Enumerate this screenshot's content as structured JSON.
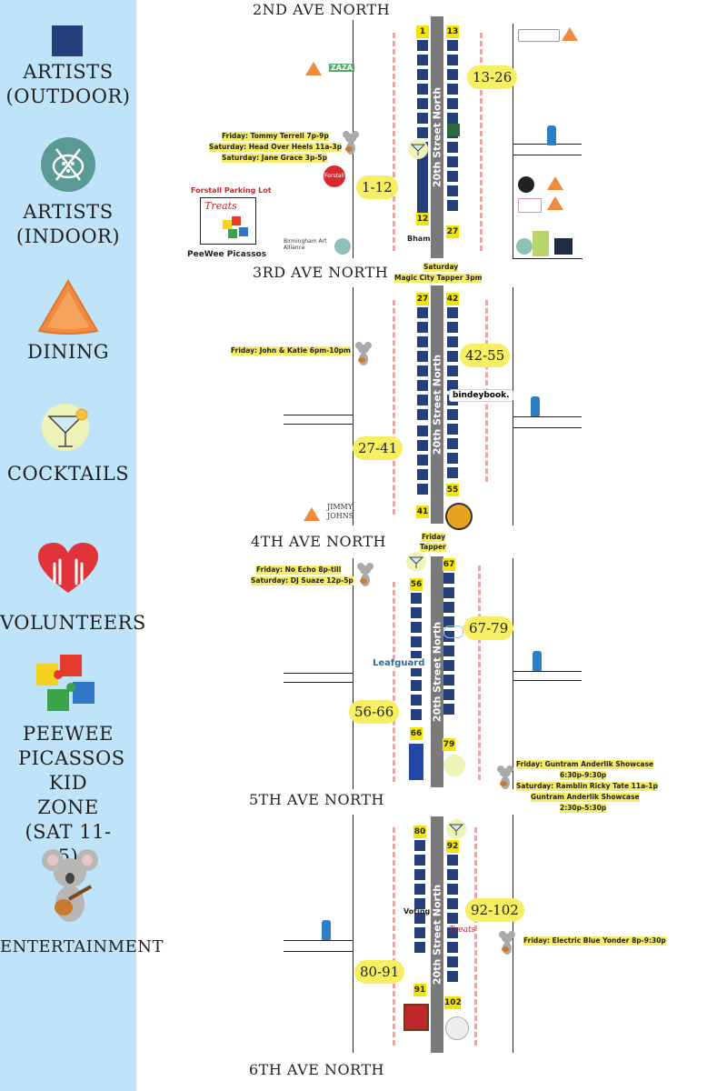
{
  "legend": {
    "items": [
      {
        "icon": "square-icon",
        "label": "ARTISTS (OUTDOOR)"
      },
      {
        "icon": "palette-icon",
        "label": "ARTISTS (INDOOR)"
      },
      {
        "icon": "triangle-dining-icon",
        "label": "DINING"
      },
      {
        "icon": "cocktail-icon",
        "label": "COCKTAILS"
      },
      {
        "icon": "heart-hands-icon",
        "label": "VOLUNTEERS"
      },
      {
        "icon": "puzzle-icon",
        "label": "PEEWEE PICASSOS KID ZONE (SAT 11-5)"
      },
      {
        "icon": "koala-guitar-icon",
        "label": "ENTERTAINMENT"
      }
    ],
    "colors": {
      "background": "#bfe3f8",
      "booth": "#243f7a",
      "dining": "#f28a3d",
      "highlight": "#f6ee63"
    }
  },
  "map": {
    "avenues": {
      "ave2": "2ND AVE NORTH",
      "ave3": "3RD AVE NORTH",
      "ave4": "4TH AVE NORTH",
      "ave5": "5TH AVE NORTH",
      "ave6": "6TH AVE NORTH"
    },
    "street_name": "20th Street North",
    "booth_ranges": {
      "b1": "1-12",
      "b2": "13-26",
      "b3": "27-41",
      "b4": "42-55",
      "b5": "56-66",
      "b6": "67-79",
      "b7": "80-91",
      "b8": "92-102"
    },
    "booth_numbers": {
      "n1": "1",
      "n12": "12",
      "n13": "13",
      "n27a": "27",
      "n27b": "27",
      "n41": "41",
      "n42": "42",
      "n55": "55",
      "n56": "56",
      "n66": "66",
      "n67": "67",
      "n79": "79",
      "n80": "80",
      "n91": "91",
      "n92": "92",
      "n102": "102"
    },
    "entertainment": {
      "block1_fri": "Friday: Tommy Terrell 7p-9p",
      "block1_sat1": "Saturday: Head Over Heels 11a-3p",
      "block1_sat2": "Saturday: Jane Grace 3p-5p",
      "tapper_sat_l1": "Saturday",
      "tapper_sat_l2": "Magic City Tapper 3pm",
      "block2_fri": "Friday: John & Katie 6pm-10pm",
      "tapper_fri_l1": "Friday",
      "tapper_fri_l2": "Tapper",
      "block3_fri": "Friday: No Echo 8p-till",
      "block3_sat": "Saturday: DJ Suaze 12p-5p",
      "block3r_l1": "Friday: Guntram Anderlik Showcase",
      "block3r_l2": "6:30p-9:30p",
      "block3r_l3": "Saturday: Ramblin Ricky Tate 11a-1p",
      "block3r_l4": "Guntram Anderlik Showcase",
      "block3r_l5": "2:30p-5:30p",
      "block4_fri": "Friday: Electric Blue Yonder 8p-9:30p"
    },
    "labels": {
      "forstall": "Forstall Parking Lot",
      "peewee": "PeeWee Picassos",
      "bham": "Bham",
      "voting": "Voting",
      "bindeybook": "bindeybook.",
      "leafguard": "Leafguard",
      "jimmy_johns": "JIMMY JOHNS",
      "zaza": "ZAZA",
      "baa": "Birmingham Art Alliance",
      "forstall_logo": "Forstall",
      "treats": "Treats"
    }
  }
}
